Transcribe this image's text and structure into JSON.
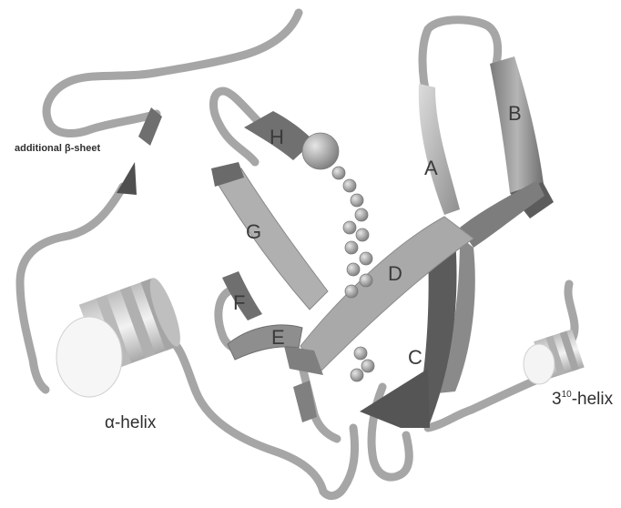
{
  "labels": {
    "additional_sheet": "additional β-sheet",
    "alpha_helix": "α-helix",
    "helix_310_prefix": "3",
    "helix_310_sup": "10",
    "helix_310_suffix": "-helix",
    "strand_a": "A",
    "strand_b": "B",
    "strand_c": "C",
    "strand_d": "D",
    "strand_e": "E",
    "strand_f": "F",
    "strand_g": "G",
    "strand_h": "H"
  },
  "colors": {
    "coil": "#a9a9a9",
    "coil_dark": "#8c8c8c",
    "strand_dark": "#6e6e6e",
    "strand_mid": "#9b9b9b",
    "strand_light": "#cfcfcf",
    "helix_light": "#f4f4f4",
    "helix_band": "#bdbdbd",
    "ion_sphere": "#9a9a9a"
  }
}
